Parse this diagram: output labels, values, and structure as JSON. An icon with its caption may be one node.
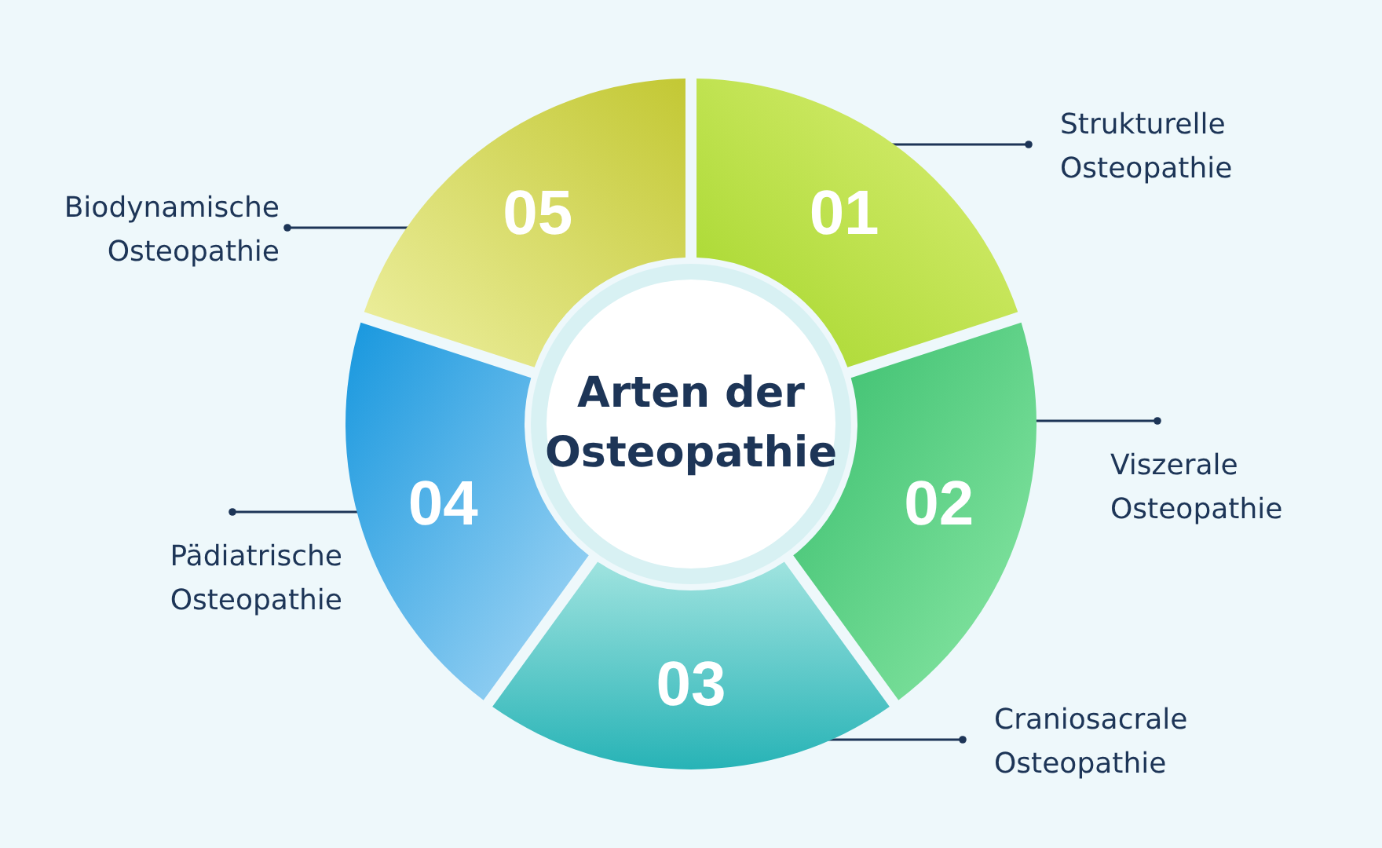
{
  "diagram": {
    "nodes": [
      {
        "text": [
          "Arten der Osteopathie"
        ]
      },
      {
        "text": [
          "01"
        ]
      },
      {
        "text": [
          "02"
        ]
      },
      {
        "text": [
          "03"
        ]
      },
      {
        "text": [
          "04"
        ]
      },
      {
        "text": [
          "05"
        ]
      },
      {
        "text": [
          "Strukturelle Osteopathie"
        ]
      },
      {
        "text": [
          "Viszerale Osteopathie"
        ]
      },
      {
        "text": [
          "Craniosacrale Osteopathie"
        ]
      },
      {
        "text": [
          "Pädiatrische Osteopathie"
        ]
      },
      {
        "text": [
          "Biodynamische Osteopathie"
        ]
      }
    ],
    "edges": [
      {
        "from": 6,
        "to": 1,
        "arrow": "other"
      },
      {
        "from": 7,
        "to": 2,
        "arrow": "other"
      },
      {
        "from": 8,
        "to": 3,
        "arrow": "other"
      },
      {
        "from": 9,
        "to": 4,
        "arrow": "other"
      },
      {
        "from": 10,
        "to": 5,
        "arrow": "other"
      }
    ]
  }
}
